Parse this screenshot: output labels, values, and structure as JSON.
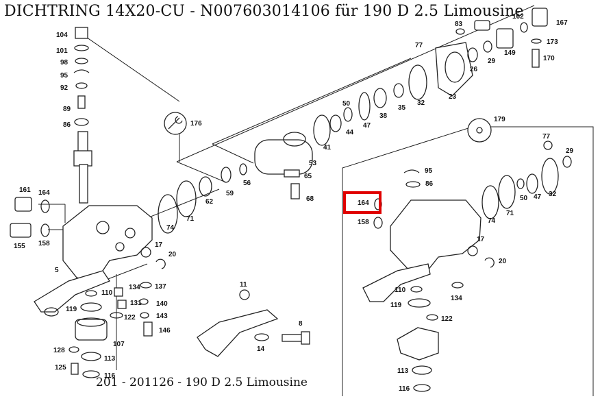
{
  "title": "DICHTRING 14X20-CU - N007603014106 für 190 D 2.5 Limousine",
  "footer": "201 - 201126 - 190 D 2.5 Limousine",
  "highlight": {
    "label": "164",
    "color": "#e00000"
  },
  "part_labels": {
    "p104": "104",
    "p101": "101",
    "p98": "98",
    "p95a": "95",
    "p92": "92",
    "p89": "89",
    "p86a": "86",
    "p161": "161",
    "p164a": "164",
    "p155": "155",
    "p158a": "158",
    "p5": "5",
    "p176": "176",
    "p74a": "74",
    "p71a": "71",
    "p62": "62",
    "p59": "59",
    "p56": "56",
    "p53": "53",
    "p65": "65",
    "p68": "68",
    "p41": "41",
    "p44": "44",
    "p47a": "47",
    "p50a": "50",
    "p38": "38",
    "p35": "35",
    "p32a": "32",
    "p23": "23",
    "p77a": "77",
    "p83": "83",
    "p26": "26",
    "p29a": "29",
    "p149": "149",
    "p162": "162",
    "p167": "167",
    "p173": "173",
    "p170": "170",
    "p17a": "17",
    "p20a": "20",
    "p110a": "110",
    "p134a": "134",
    "p137": "137",
    "p131": "131",
    "p140": "140",
    "p119a": "119",
    "p122a": "122",
    "p143": "143",
    "p146": "146",
    "p107": "107",
    "p128": "128",
    "p113a": "113",
    "p125": "125",
    "p116a": "116",
    "p11": "11",
    "p8": "8",
    "p14": "14",
    "p179": "179",
    "p77b": "77",
    "p29b": "29",
    "p95b": "95",
    "p86b": "86",
    "p32b": "32",
    "p47b": "47",
    "p50b": "50",
    "p71b": "71",
    "p74b": "74",
    "p164b": "164",
    "p158b": "158",
    "p17b": "17",
    "p20b": "20",
    "p110b": "110",
    "p134b": "134",
    "p119b": "119",
    "p122b": "122",
    "p113b": "113",
    "p116b": "116"
  }
}
